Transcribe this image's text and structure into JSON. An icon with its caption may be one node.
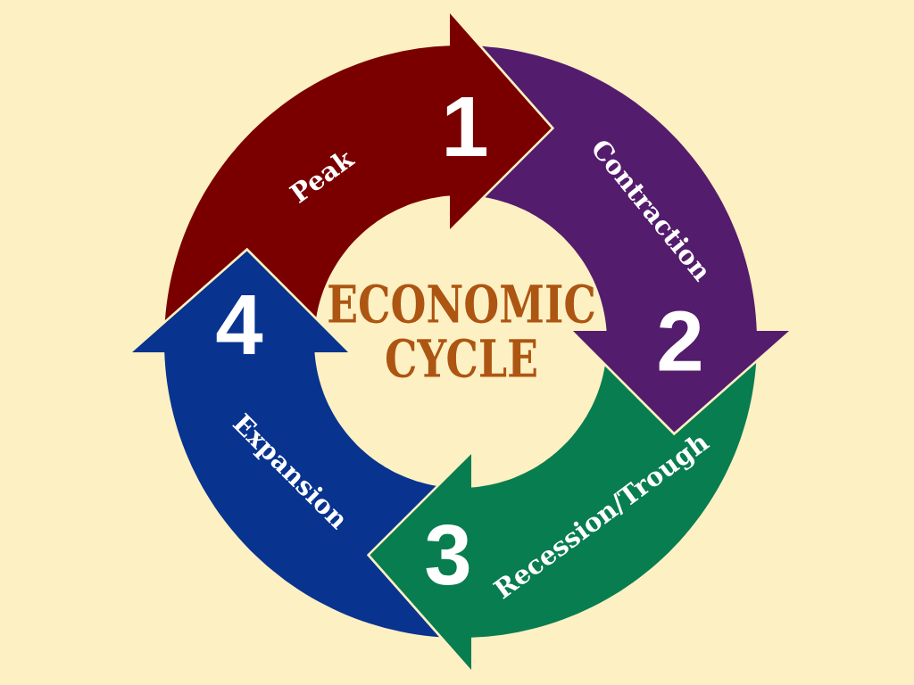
{
  "diagram": {
    "title": "ECONOMIC CYCLE",
    "nodes": [
      {
        "text": [
          "1",
          "Peak"
        ]
      },
      {
        "text": [
          "2",
          "Contraction"
        ]
      },
      {
        "text": [
          "3",
          "Recession/Trough"
        ]
      },
      {
        "text": [
          "4",
          "Expansion"
        ]
      }
    ]
  }
}
